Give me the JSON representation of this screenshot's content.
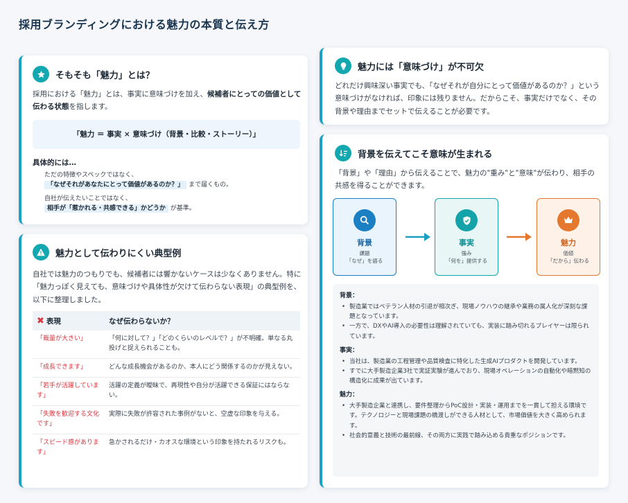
{
  "page_title": "採用ブランディングにおける魅力の本質と伝え方",
  "card1": {
    "icon": "star-icon",
    "title": "そもそも「魅力」とは？",
    "intro_pre": "採用における「魅力」とは、事実に意味づけを加え、",
    "intro_bold": "候補者にとっての価値として伝わる状態",
    "intro_post": "を指します。",
    "formula": "「魅力 ＝ 事実 × 意味づけ（背景・比較・ストーリー）」",
    "specifics_heading": "具体的には…",
    "point1_line": "ただの特徴やスペックではなく、",
    "point1_highlight": "「なぜそれがあなたにとって価値があるのか？」",
    "point1_suffix": "まで届くもの。",
    "point2_line": "自社が伝えたいことではなく、",
    "point2_highlight": "相手が「惹かれる・共感できる」かどうか",
    "point2_suffix": "が基準。"
  },
  "card2": {
    "icon": "warning-icon",
    "title": "魅力として伝わりにくい典型例",
    "intro": "自社では魅力のつもりでも、候補者には響かないケースは少なくありません。特に「魅力っぽく見えても、意味づけや具体性が欠けて伝わらない表現」の典型例を、以下に整理しました。",
    "table_headers": [
      "表現",
      "なぜ伝わらないか？"
    ],
    "rows": [
      {
        "expression": "「裁量が大きい」",
        "reason": "「何に対して？」「どのくらいのレベルで？」が不明確。単なる丸投げと捉えられることも。"
      },
      {
        "expression": "「成長できます」",
        "reason": "どんな成長機会があるのか、本人にどう関係するのかが見えない。"
      },
      {
        "expression": "「若手が活躍しています」",
        "reason": "活躍の定義が曖昧で、再現性や自分が活躍できる保証にはならない。"
      },
      {
        "expression": "「失敗を歓迎する文化です」",
        "reason": "実際に失敗が許容された事例がないと、空虚な印象を与える。"
      },
      {
        "expression": "「スピード感があります」",
        "reason": "急かされるだけ・カオスな環境という印象を持たれるリスクも。"
      }
    ]
  },
  "card3": {
    "icon": "lightbulb-icon",
    "title": "魅力には「意味づけ」が不可欠",
    "body": "どれだけ興味深い事実でも、「なぜそれが自分にとって価値があるのか？」という意味づけがなければ、印象には残りません。だからこそ、事実だけでなく、その背景や理由までセットで伝えることが必要です。"
  },
  "card4": {
    "icon": "sort-icon",
    "title": "背景を伝えてこそ意味が生まれる",
    "intro": "「背景」や「理由」から伝えることで、魅力の\"重み\"と\"意味\"が伝わり、相手の共感を得ることができます。",
    "flow": [
      {
        "label": "背景",
        "sub1": "課題",
        "sub2": "「なぜ」を語る",
        "icon": "search-icon",
        "color": "#1b7fc4",
        "bg": "#eaf4fc"
      },
      {
        "label": "事実",
        "sub1": "強み",
        "sub2": "「何を」提供する",
        "icon": "shield-check-icon",
        "color": "#14a3a8",
        "bg": "#e8f7f6"
      },
      {
        "label": "魅力",
        "sub1": "価値",
        "sub2": "「だから」伝わる",
        "icon": "crown-icon",
        "color": "#e5782f",
        "bg": "#fdf1e8"
      }
    ],
    "details": [
      {
        "heading": "背景：",
        "items": [
          "製造業ではベテラン人材の引退が相次ぎ、現場ノウハウの継承や業務の属人化が深刻な課題となっています。",
          "一方で、DXやAI導入の必要性は理解されていても、実装に踏み切れるプレイヤーは限られています。"
        ]
      },
      {
        "heading": "事実：",
        "items": [
          "当社は、製造業の工程管理や品質検査に特化した生成AIプロダクトを開発しています。",
          "すでに大手製造企業3社で実証実験が進んでおり、現場オペレーションの自動化や暗黙知の構造化に成果が出ています。"
        ]
      },
      {
        "heading": "魅力：",
        "items": [
          "大手製造企業と連携し、要件整理からPoC設計・実装・運用までを一貫して担える環境です。テクノロジーと現場課題の橋渡しができる人材として、市場価値を大きく高められます。",
          "社会的意義と技術の最前線、その両方に実践で踏み込める貴重なポジションです。"
        ]
      }
    ]
  }
}
